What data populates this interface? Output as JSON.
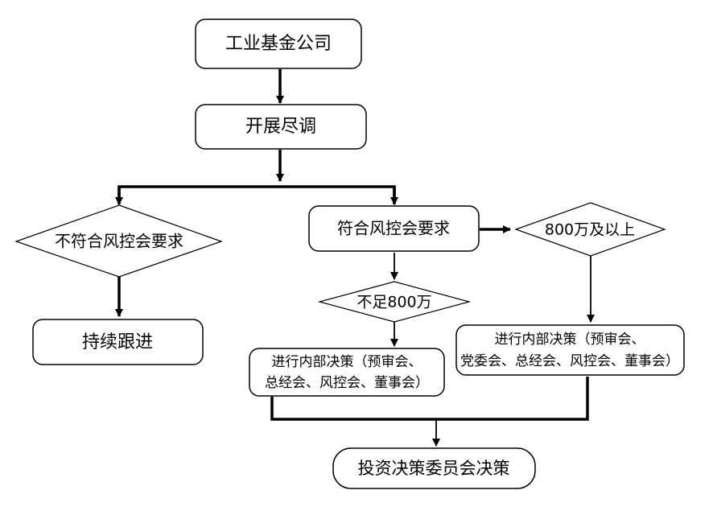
{
  "nodes": {
    "start": "工业基金公司",
    "due_diligence": "开展尽调",
    "not_meet": "不符合风控会要求",
    "meet": "符合风控会要求",
    "follow_up": "持续跟进",
    "under_800": "不足800万",
    "over_800": "800万及以上",
    "decision_small": [
      "进行内部决策（预审会、",
      "总经会、风控会、董事会）"
    ],
    "decision_large": [
      "进行内部决策（预审会、",
      "党委会、总经会、风控会、董事会）"
    ],
    "final": "投资决策委员会决策"
  },
  "colors": {
    "stroke": "#000000",
    "fill": "#ffffff",
    "text": "#000000"
  }
}
